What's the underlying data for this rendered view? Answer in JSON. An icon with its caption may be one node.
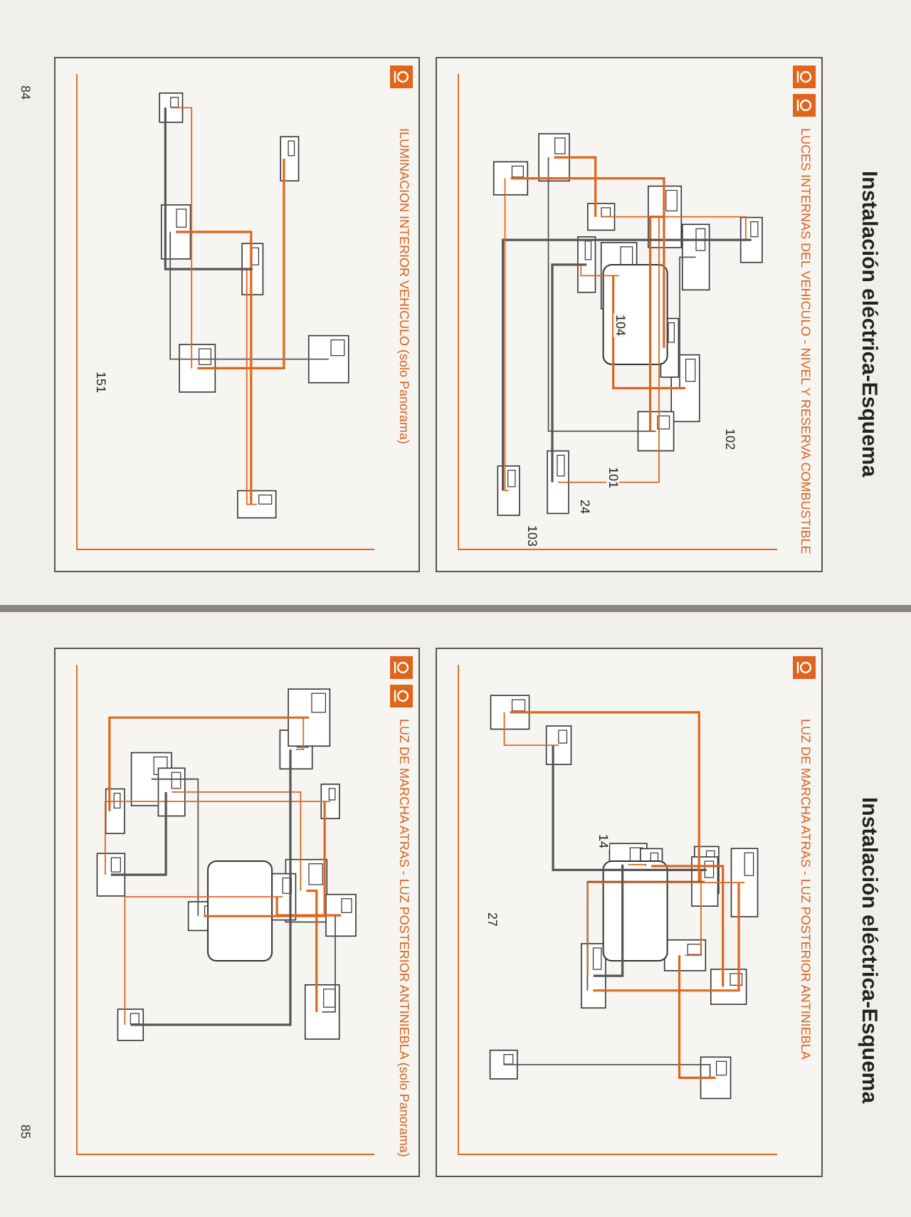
{
  "diagram": {
    "labels": [
      "Instalación eléctrica-Esquema",
      "LUCES INTERNAS DEL VEHICULO - NIVEL Y RESERVA COMBUSTIBLE",
      "104",
      "101",
      "102",
      "103",
      "24",
      "ILUMINACION INTERIOR VEHICULO (solo Panorama)",
      "151",
      "84",
      "Instalación eléctrica-Esquema",
      "LUZ DE MARCHA ATRAS - LUZ POSTERIOR ANTINIEBLA",
      "14",
      "27",
      "LUZ DE MARCHA ATRAS - LUZ POSTERIOR ANTINIEBLA (solo Panorama)",
      "85"
    ]
  }
}
